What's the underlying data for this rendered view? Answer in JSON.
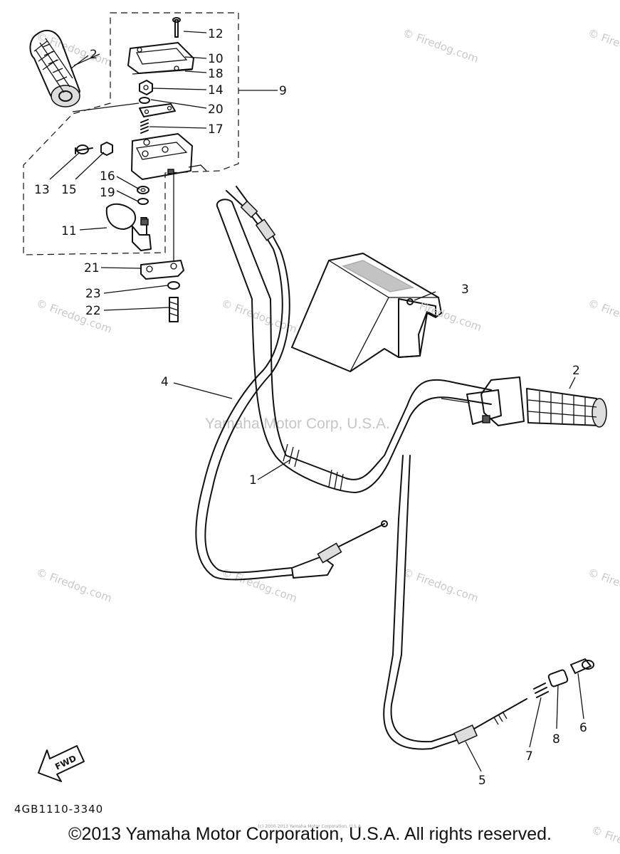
{
  "watermark": {
    "site": "© Firedog.com",
    "site_inline": "Firedog.com",
    "center_text": "Yamaha Motor Corp, U.S.A."
  },
  "callouts": {
    "p1": "1",
    "p2_left": "2",
    "p2_right": "2",
    "p3": "3",
    "p4": "4",
    "p5": "5",
    "p6": "6",
    "p7": "7",
    "p8": "8",
    "p9": "9",
    "p10": "10",
    "p11": "11",
    "p12": "12",
    "p13": "13",
    "p14": "14",
    "p15": "15",
    "p16": "16",
    "p17": "17",
    "p18": "18",
    "p19": "19",
    "p20": "20",
    "p21": "21",
    "p22": "22",
    "p23": "23"
  },
  "direction_label": "FWD",
  "diagram_code": "4GB1110-3340",
  "tiny_notice": "(c) 2000-2013 Yamaha Motor Corporation, U.S.A.",
  "copyright": "©2013 Yamaha Motor Corporation, U.S.A. All rights reserved."
}
